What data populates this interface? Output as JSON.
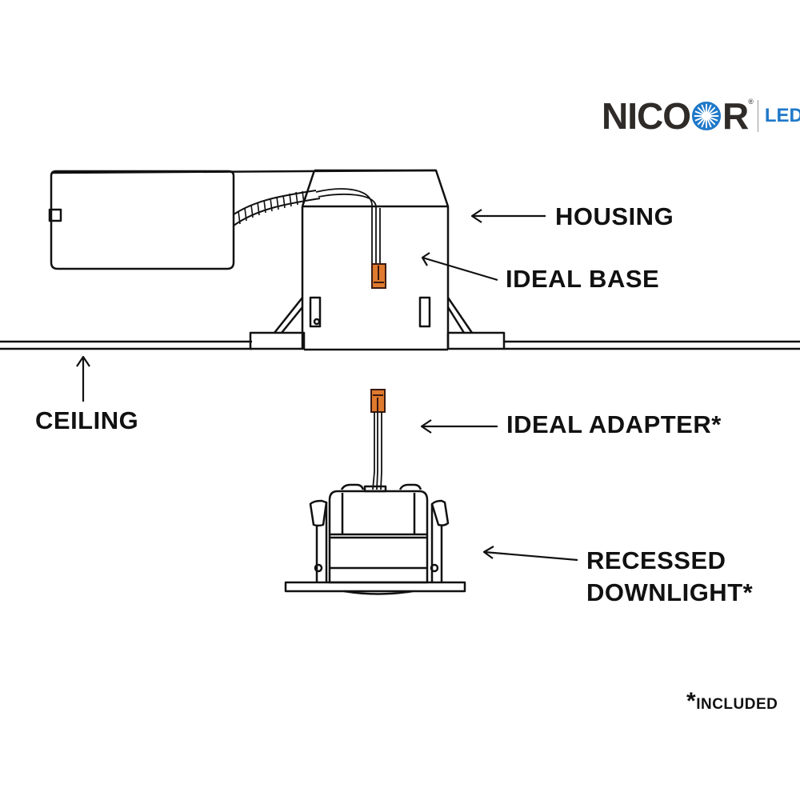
{
  "logo": {
    "brand_prefix": "NICO",
    "brand_suffix": "R",
    "registered": "®",
    "product_line": "LED",
    "brand_color": "#2f2b28",
    "accent_color": "#1f78c8"
  },
  "labels": {
    "housing": "HOUSING",
    "ideal_base": "IDEAL BASE",
    "ceiling": "CEILING",
    "ideal_adapter": "IDEAL ADAPTER*",
    "recessed_downlight_line1": "RECESSED",
    "recessed_downlight_line2": "DOWNLIGHT*"
  },
  "footnote": {
    "asterisk": "*",
    "text": "INCLUDED"
  },
  "colors": {
    "line": "#111111",
    "connector": "#e07a2e"
  }
}
